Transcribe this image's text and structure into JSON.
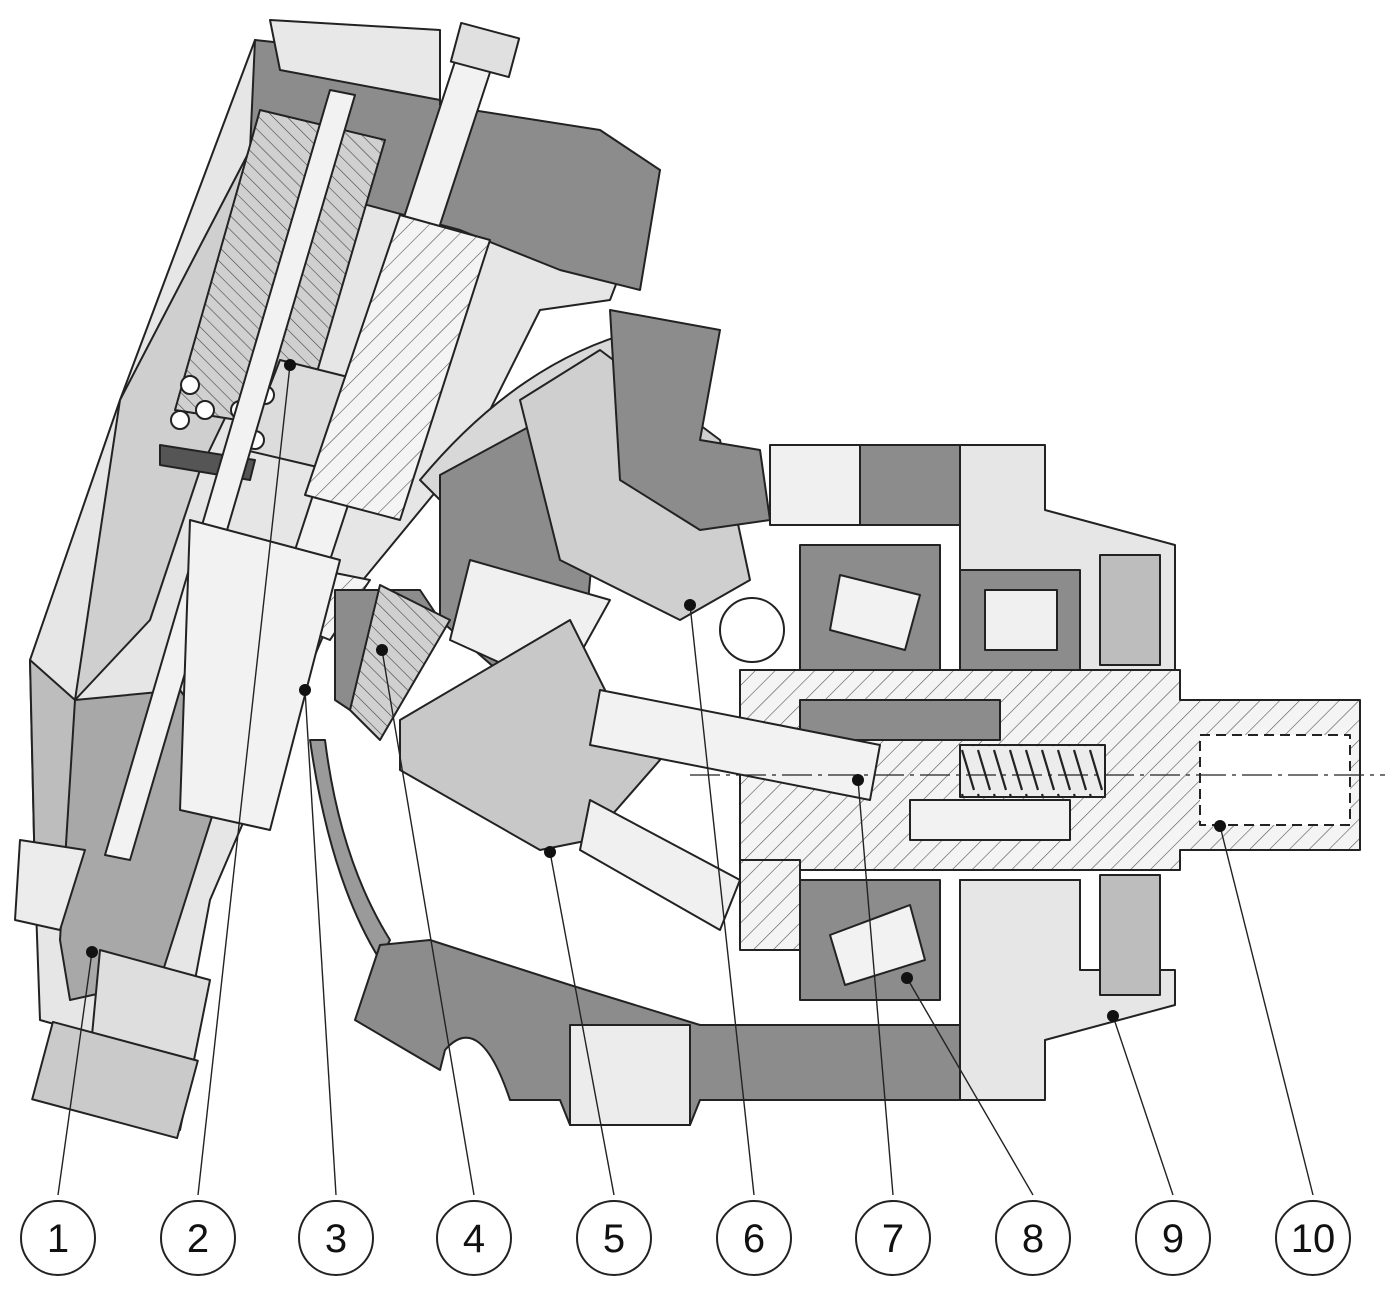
{
  "callouts": [
    {
      "label": "1"
    },
    {
      "label": "2"
    },
    {
      "label": "3"
    },
    {
      "label": "4"
    },
    {
      "label": "5"
    },
    {
      "label": "6"
    },
    {
      "label": "7"
    },
    {
      "label": "8"
    },
    {
      "label": "9"
    },
    {
      "label": "10"
    }
  ],
  "colors": {
    "dark_fill": "#8c8c8c",
    "mid_fill": "#c8c8c8",
    "light_fill": "#e6e6e6",
    "outline": "#222222",
    "background": "#ffffff"
  }
}
